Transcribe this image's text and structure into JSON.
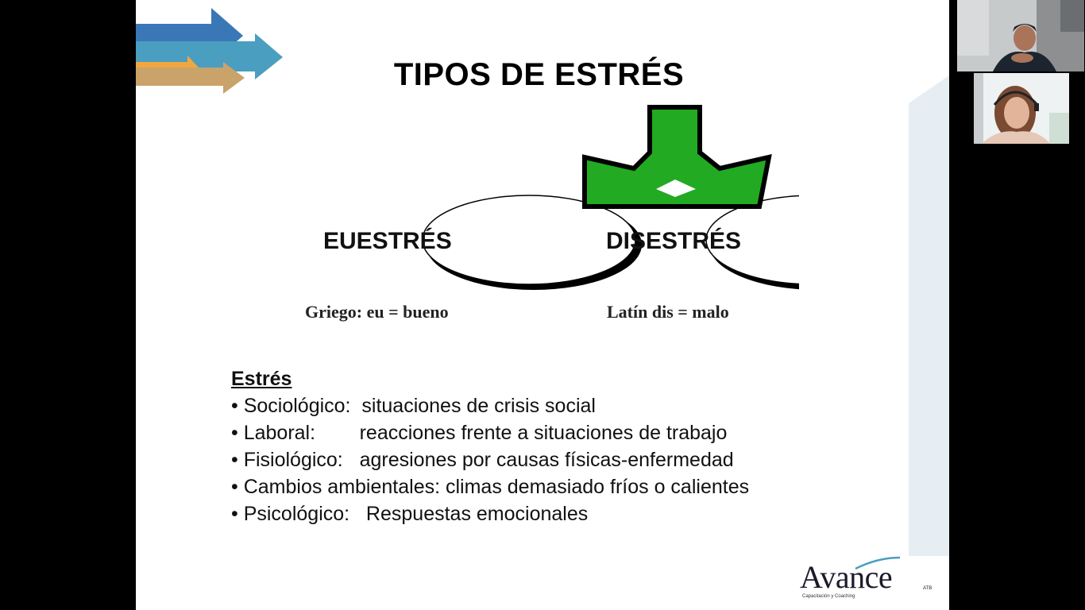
{
  "slide": {
    "title": "TIPOS DE ESTRÉS",
    "ellipses": [
      {
        "label": "EUESTRÉS",
        "origin": "Griego: eu = bueno"
      },
      {
        "label": "DISESTRÉS",
        "origin": "Latín dis = malo"
      }
    ],
    "estres_heading": "Estrés",
    "bullets": [
      "• Sociológico:  situaciones de crisis social",
      "• Laboral:        reacciones frente a situaciones de trabajo",
      "• Fisiológico:   agresiones por causas físicas-enfermedad",
      "• Cambios ambientales: climas demasiado fríos o calientes",
      "• Psicológico:   Respuestas emocionales"
    ],
    "logo": {
      "name": "Avance",
      "suffix": "ATB",
      "tagline": "Capacitación y Coaching"
    }
  },
  "colors": {
    "arrow_green": "#22aa22",
    "arrow_blue": "#3a77b7",
    "arrow_teal": "#4a9ec0",
    "arrow_orange": "#f2a640",
    "arrow_tan": "#c9a36a"
  },
  "participants": [
    {
      "icon": "participant-video-man"
    },
    {
      "icon": "participant-video-woman-headset"
    }
  ]
}
